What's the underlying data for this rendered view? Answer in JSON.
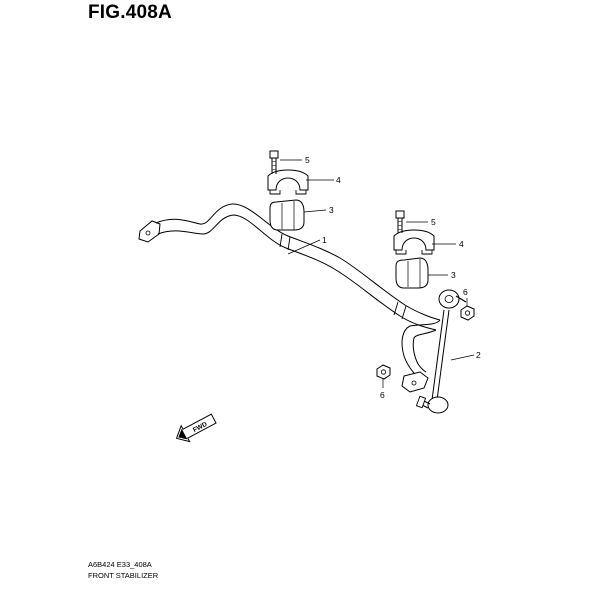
{
  "figure": {
    "title": "FIG.408A",
    "code": "A6B424 E33_408A",
    "name": "FRONT STABILIZER"
  },
  "direction_marker": {
    "label": "FWD",
    "icon": "fwd-arrow-icon"
  },
  "callouts": [
    "1",
    "2",
    "3",
    "4",
    "5",
    "3",
    "4",
    "5",
    "6",
    "6"
  ],
  "colors": {
    "line": "#000000",
    "background": "#ffffff"
  }
}
